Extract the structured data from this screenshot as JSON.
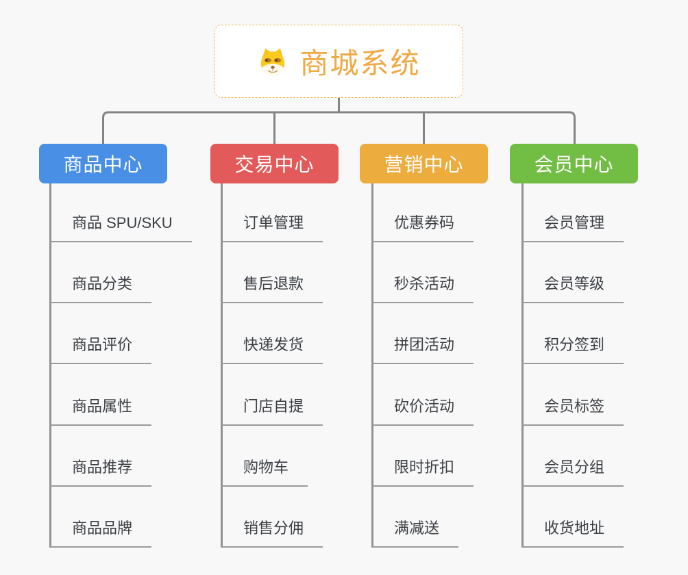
{
  "root": {
    "title": "商城系统",
    "title_color": "#F0A943",
    "icon": "doge-face-icon"
  },
  "branches": [
    {
      "label": "商品中心",
      "color": "#4A8FE6",
      "items": [
        "商品 SPU/SKU",
        "商品分类",
        "商品评价",
        "商品属性",
        "商品推荐",
        "商品品牌"
      ]
    },
    {
      "label": "交易中心",
      "color": "#E25A5A",
      "items": [
        "订单管理",
        "售后退款",
        "快递发货",
        "门店自提",
        "购物车",
        "销售分佣"
      ]
    },
    {
      "label": "营销中心",
      "color": "#ECAC3E",
      "items": [
        "优惠券码",
        "秒杀活动",
        "拼团活动",
        "砍价活动",
        "限时折扣",
        "满减送"
      ]
    },
    {
      "label": "会员中心",
      "color": "#72BD44",
      "items": [
        "会员管理",
        "会员等级",
        "积分签到",
        "会员标签",
        "会员分组",
        "收货地址"
      ]
    }
  ],
  "colors": {
    "background": "#f8f8f8",
    "connector": "#848484",
    "spine": "#919191",
    "underline": "#9a9a9a",
    "leaf_text": "#3b3f44",
    "root_border": "#f0b95c"
  }
}
